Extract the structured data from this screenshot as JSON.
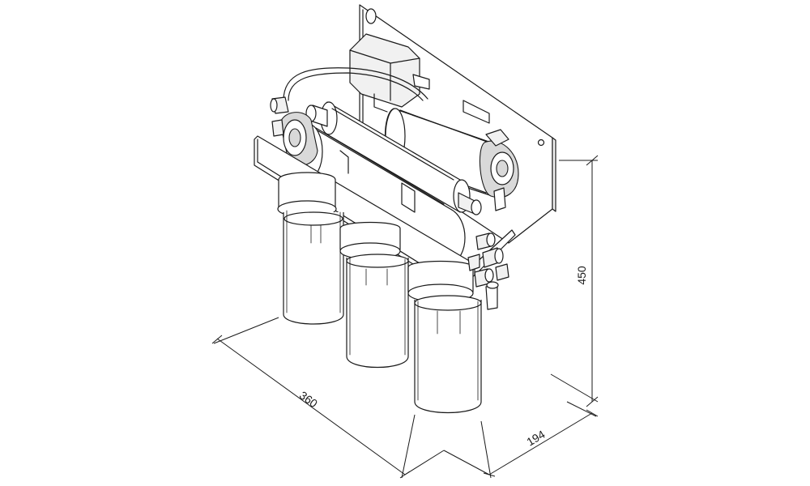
{
  "dimensions": {
    "width": "360",
    "depth": "194",
    "height": "450"
  }
}
